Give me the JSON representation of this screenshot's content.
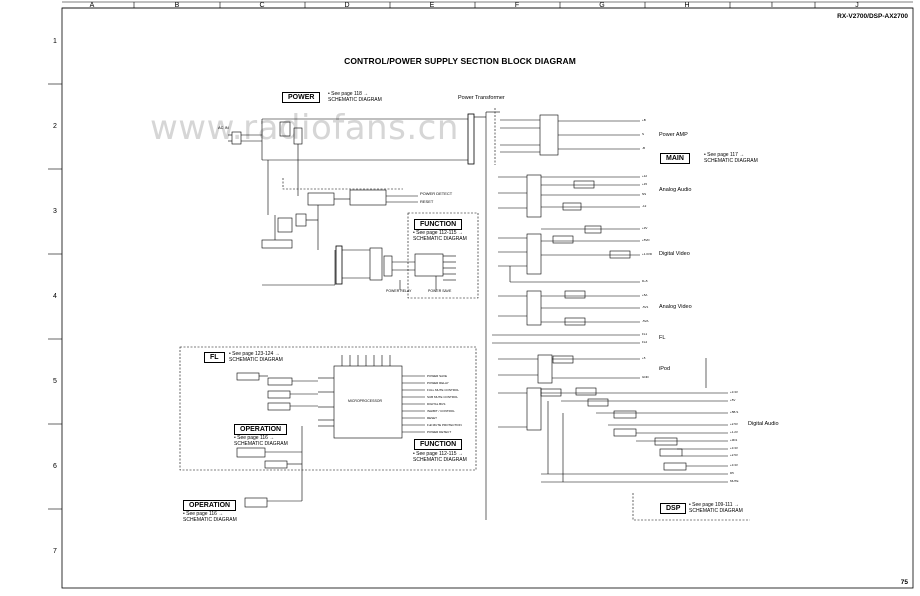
{
  "header": {
    "columns": [
      "A",
      "B",
      "C",
      "D",
      "E",
      "F",
      "G",
      "H",
      "I",
      "J"
    ],
    "rows": [
      "1",
      "2",
      "3",
      "4",
      "5",
      "6",
      "7"
    ],
    "model": "RX-V2700/DSP-AX2700",
    "page_number": "75"
  },
  "title": "CONTROL/POWER SUPPLY SECTION BLOCK DIAGRAM",
  "watermark": "www.radiofans.cn",
  "labels": {
    "power_transformer": "Power Transformer",
    "ac_in": "AC IN",
    "power_detect": "POWER DETECT",
    "reset": "RESET",
    "power_relay": "POWER RELAY",
    "power_save": "POWER SAVE",
    "microprocessor": "MICROPROCESSOR"
  },
  "refs": {
    "power": {
      "label": "POWER",
      "page": "• See page 118 →",
      "diagram": "SCHEMATIC DIAGRAM"
    },
    "function_top": {
      "label": "FUNCTION",
      "page": "• See page 112-115 →",
      "diagram": "SCHEMATIC DIAGRAM"
    },
    "main": {
      "label": "MAIN",
      "page": "• See page 117 →",
      "diagram": "SCHEMATIC DIAGRAM"
    },
    "fl": {
      "label": "FL",
      "page": "• See page 123-124 →",
      "diagram": "SCHEMATIC DIAGRAM"
    },
    "operation": {
      "label": "OPERATION",
      "page": "• See page 116 →",
      "diagram": "SCHEMATIC DIAGRAM"
    },
    "function_bottom": {
      "label": "FUNCTION",
      "page": "• See page 112-115 →",
      "diagram": "SCHEMATIC DIAGRAM"
    },
    "operation2": {
      "label": "OPERATION",
      "page": "• See page 116 →",
      "diagram": "SCHEMATIC DIAGRAM"
    },
    "dsp": {
      "label": "DSP",
      "page": "• See page 109-111 →",
      "diagram": "SCHEMATIC DIAGRAM"
    }
  },
  "sections": {
    "power_amp": "Power AMP",
    "analog_audio": "Analog Audio",
    "digital_video": "Digital Video",
    "analog_video": "Analog Video",
    "fl": "FL",
    "ipod": "iPod",
    "digital_audio": "Digital Audio"
  },
  "supply_lines": {
    "power_amp": [
      "+B",
      "S",
      "-B"
    ],
    "analog_audio": [
      "+12",
      "+15",
      "NS",
      "-12"
    ],
    "digital_video": [
      "+3V",
      "+5VD",
      "+1.0VD"
    ],
    "analog_video": [
      "D+5",
      "+5A",
      "-5V1",
      "-5VA"
    ],
    "fl": [
      "FL1",
      "FL2"
    ],
    "ipod": [
      "+5",
      "GND"
    ],
    "digital_audio": [
      "+3.3V",
      "+5V",
      "+5B.S",
      "+2.5V",
      "+1.2V",
      "+3D1",
      "+3.3V",
      "+2.5V",
      "+3.3V",
      "D5",
      "MUTE"
    ]
  },
  "micro_signals": [
    "POWER SAVE",
    "POWER RELAY",
    "FULL MUTE CONTROL",
    "SUB MUTE CONTROL",
    "DIGITAL BUS",
    "INHIBIT / CONTROL",
    "RESET",
    "Full MUTE PROTECTION",
    "POWER DETECT"
  ]
}
